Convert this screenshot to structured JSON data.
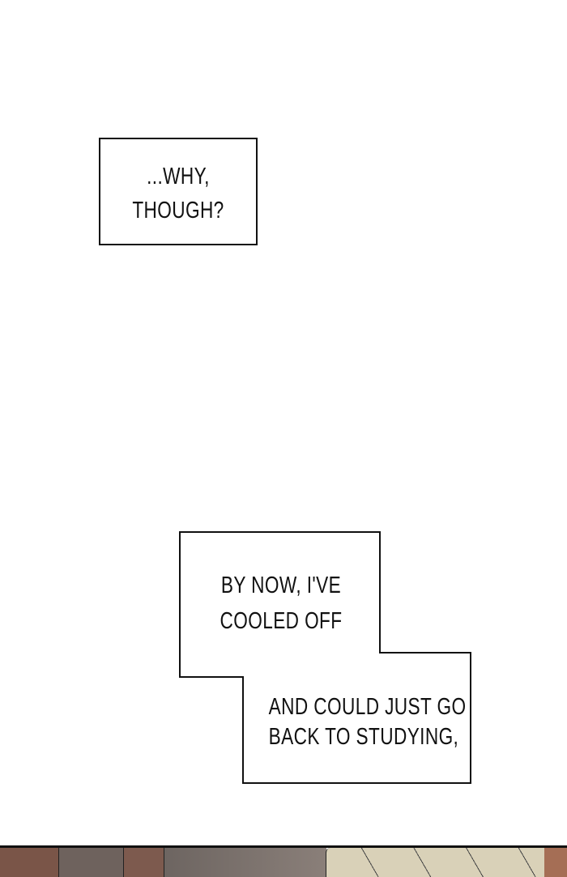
{
  "caption1": {
    "line1": "...WHY,",
    "line2": "THOUGH?"
  },
  "caption2": {
    "line1": "BY NOW, I'VE",
    "line2": "COOLED OFF"
  },
  "caption3": {
    "line1": "AND COULD JUST GO",
    "line2": "BACK TO STUDYING,"
  }
}
